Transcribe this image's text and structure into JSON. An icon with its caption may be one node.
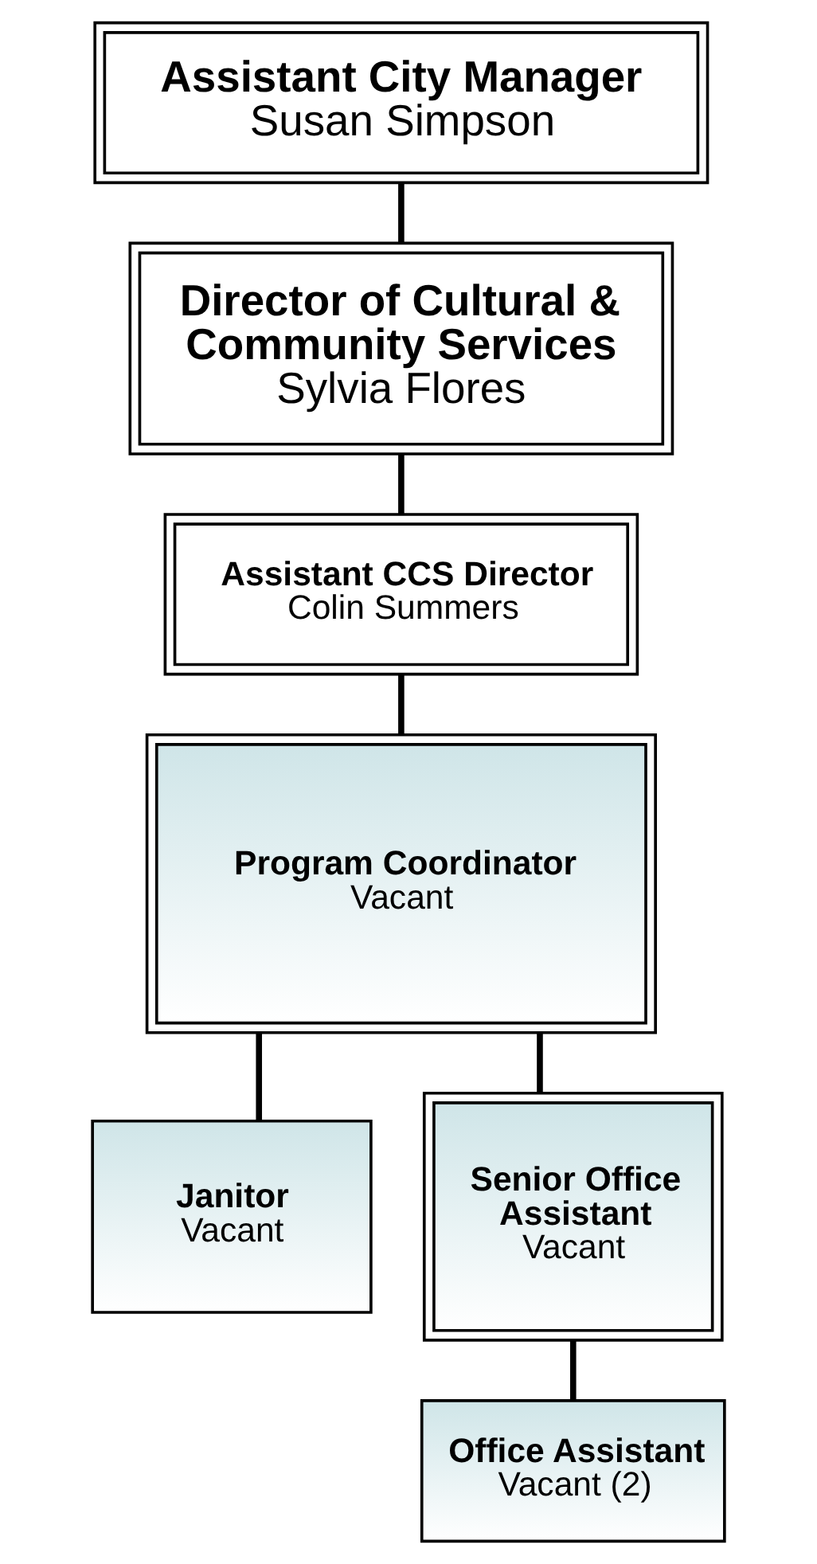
{
  "diagram": {
    "nodes": [
      {
        "text": [
          "Assistant City Manager",
          "Susan Simpson"
        ]
      },
      {
        "text": [
          "Director of Cultural & Community Services",
          "Sylvia Flores"
        ]
      },
      {
        "text": [
          "Assistant CCS Director",
          "Colin Summers"
        ]
      },
      {
        "text": [
          "Program Coordinator",
          "Vacant"
        ]
      },
      {
        "text": [
          "Janitor",
          "Vacant"
        ]
      },
      {
        "text": [
          "Senior Office Assistant",
          "Vacant"
        ]
      },
      {
        "text": [
          "Office Assistant",
          "Vacant (2)"
        ]
      }
    ],
    "edges": [
      {
        "from": 0,
        "to": 1,
        "arrow": "none"
      },
      {
        "from": 1,
        "to": 2,
        "arrow": "none"
      },
      {
        "from": 2,
        "to": 3,
        "arrow": "none"
      },
      {
        "from": 3,
        "to": 4,
        "arrow": "none"
      },
      {
        "from": 3,
        "to": 5,
        "arrow": "none"
      },
      {
        "from": 5,
        "to": 6,
        "arrow": "none"
      }
    ]
  }
}
